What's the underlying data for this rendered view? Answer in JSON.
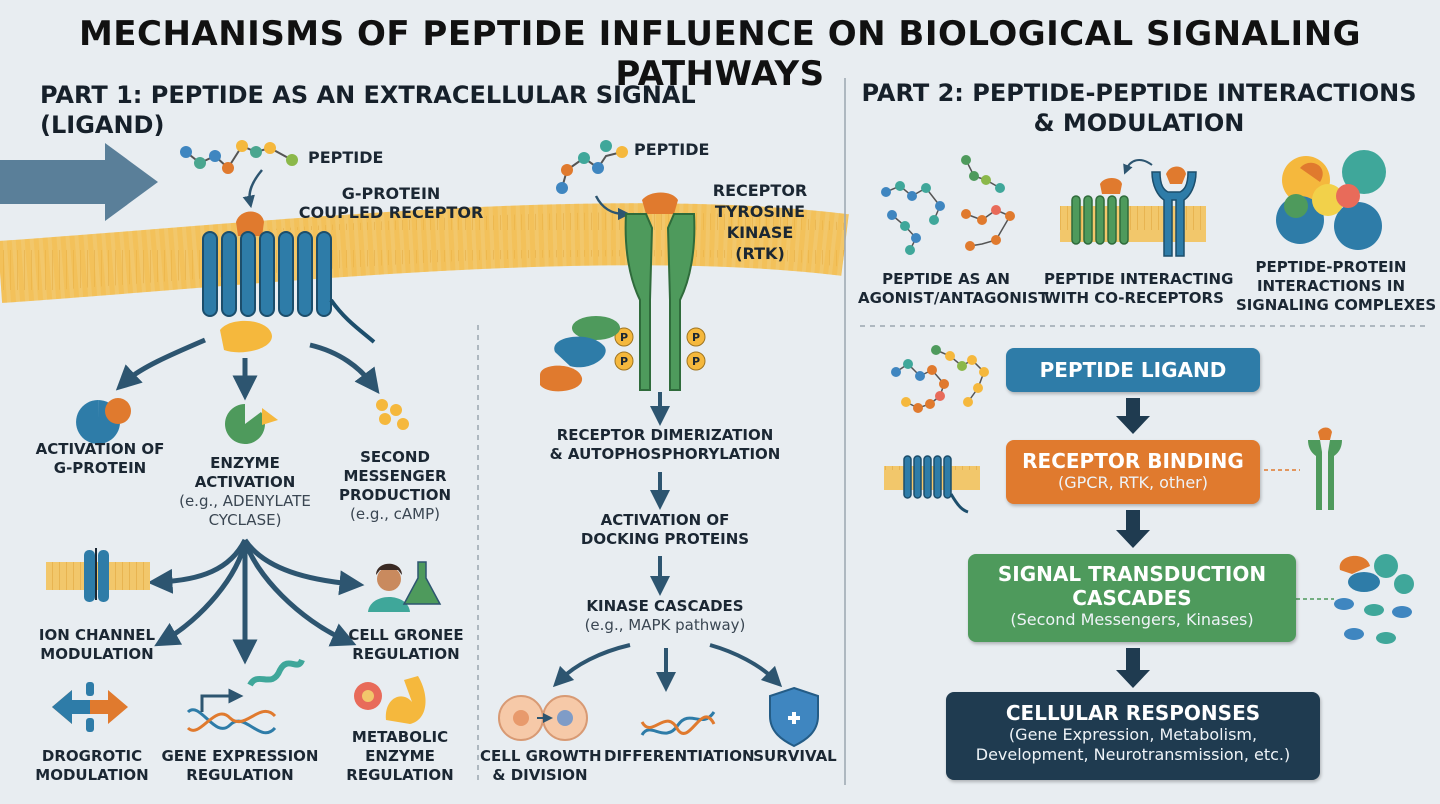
{
  "title": "MECHANISMS OF PEPTIDE INFLUENCE ON BIOLOGICAL SIGNALING PATHWAYS",
  "part1": {
    "title": "PART 1: PEPTIDE AS AN EXTRACELLULAR SIGNAL (LIGAND)",
    "gpcr": {
      "peptide_label": "PEPTIDE",
      "receptor_label_1": "G-PROTEIN",
      "receptor_label_2": "COUPLED RECEPTOR",
      "outputs": [
        {
          "line1": "ACTIVATION OF",
          "line2": "G-PROTEIN"
        },
        {
          "line1": "ENZYME",
          "line2": "ACTIVATION",
          "sub1": "(e.g., ADENYLATE",
          "sub2": "CYCLASE)"
        },
        {
          "line1": "SECOND",
          "line2": "MESSENGER",
          "line3": "PRODUCTION",
          "sub1": "(e.g., cAMP)"
        }
      ],
      "downstream": [
        {
          "line1": "ION CHANNEL",
          "line2": "MODULATION"
        },
        {
          "line1": "CELL GRONEE",
          "line2": "REGULATION"
        },
        {
          "line1": "DROGROTIC",
          "line2": "MODULATION"
        },
        {
          "line1": "GENE EXPRESSION",
          "line2": "REGULATION"
        },
        {
          "line1": "METABOLIC",
          "line2": "ENZYME",
          "line3": "REGULATION"
        }
      ]
    },
    "rtk": {
      "peptide_label": "PEPTIDE",
      "receptor_label": [
        "RECEPTOR",
        "TYROSINE",
        "KINASE",
        "(RTK)"
      ],
      "phospho": "P",
      "steps": [
        {
          "line1": "RECEPTOR DIMERIZATION",
          "line2": "& AUTOPHOSPHORYLATION"
        },
        {
          "line1": "ACTIVATION OF",
          "line2": "DOCKING PROTEINS"
        },
        {
          "line1": "KINASE CASCADES",
          "sub1": "(e.g., MAPK pathway)"
        }
      ],
      "outcomes": [
        {
          "line1": "CELL GROWTH",
          "line2": "& DIVISION"
        },
        {
          "line1": "DIFFERENTIATION"
        },
        {
          "line1": "SURVIVAL"
        }
      ]
    }
  },
  "part2": {
    "title_line1": "PART 2: PEPTIDE-PEPTIDE INTERACTIONS",
    "title_line2": "& MODULATION",
    "modes": [
      {
        "line1": "PEPTIDE AS AN",
        "line2": "AGONIST/ANTAGONIST"
      },
      {
        "line1": "PEPTIDE INTERACTING",
        "line2": "WITH CO-RECEPTORS"
      },
      {
        "line1": "PEPTIDE-PROTEIN",
        "line2": "INTERACTIONS IN",
        "line3": "SIGNALING COMPLEXES"
      }
    ],
    "flow": [
      {
        "title": "PEPTIDE LIGAND",
        "color": "#2e7ca8"
      },
      {
        "title": "RECEPTOR BINDING",
        "sub1": "(GPCR, RTK, other)",
        "color": "#e07a2e"
      },
      {
        "title1": "SIGNAL TRANSDUCTION",
        "title2": "CASCADES",
        "sub1": "(Second Messengers, Kinases)",
        "color": "#4e9a5c"
      },
      {
        "title": "CELLULAR RESPONSES",
        "sub1": "(Gene Expression, Metabolism,",
        "sub2": "Development, Neurotransmission, etc.)",
        "color": "#1f3b50"
      }
    ]
  },
  "colors": {
    "blue": "#2e7ca8",
    "orange": "#e07a2e",
    "green": "#4e9a5c",
    "navy": "#1f3b50",
    "membrane": "#f2c76b",
    "arrow": "#2d5570",
    "yellow": "#f5b83d",
    "teal": "#3fa79a"
  }
}
